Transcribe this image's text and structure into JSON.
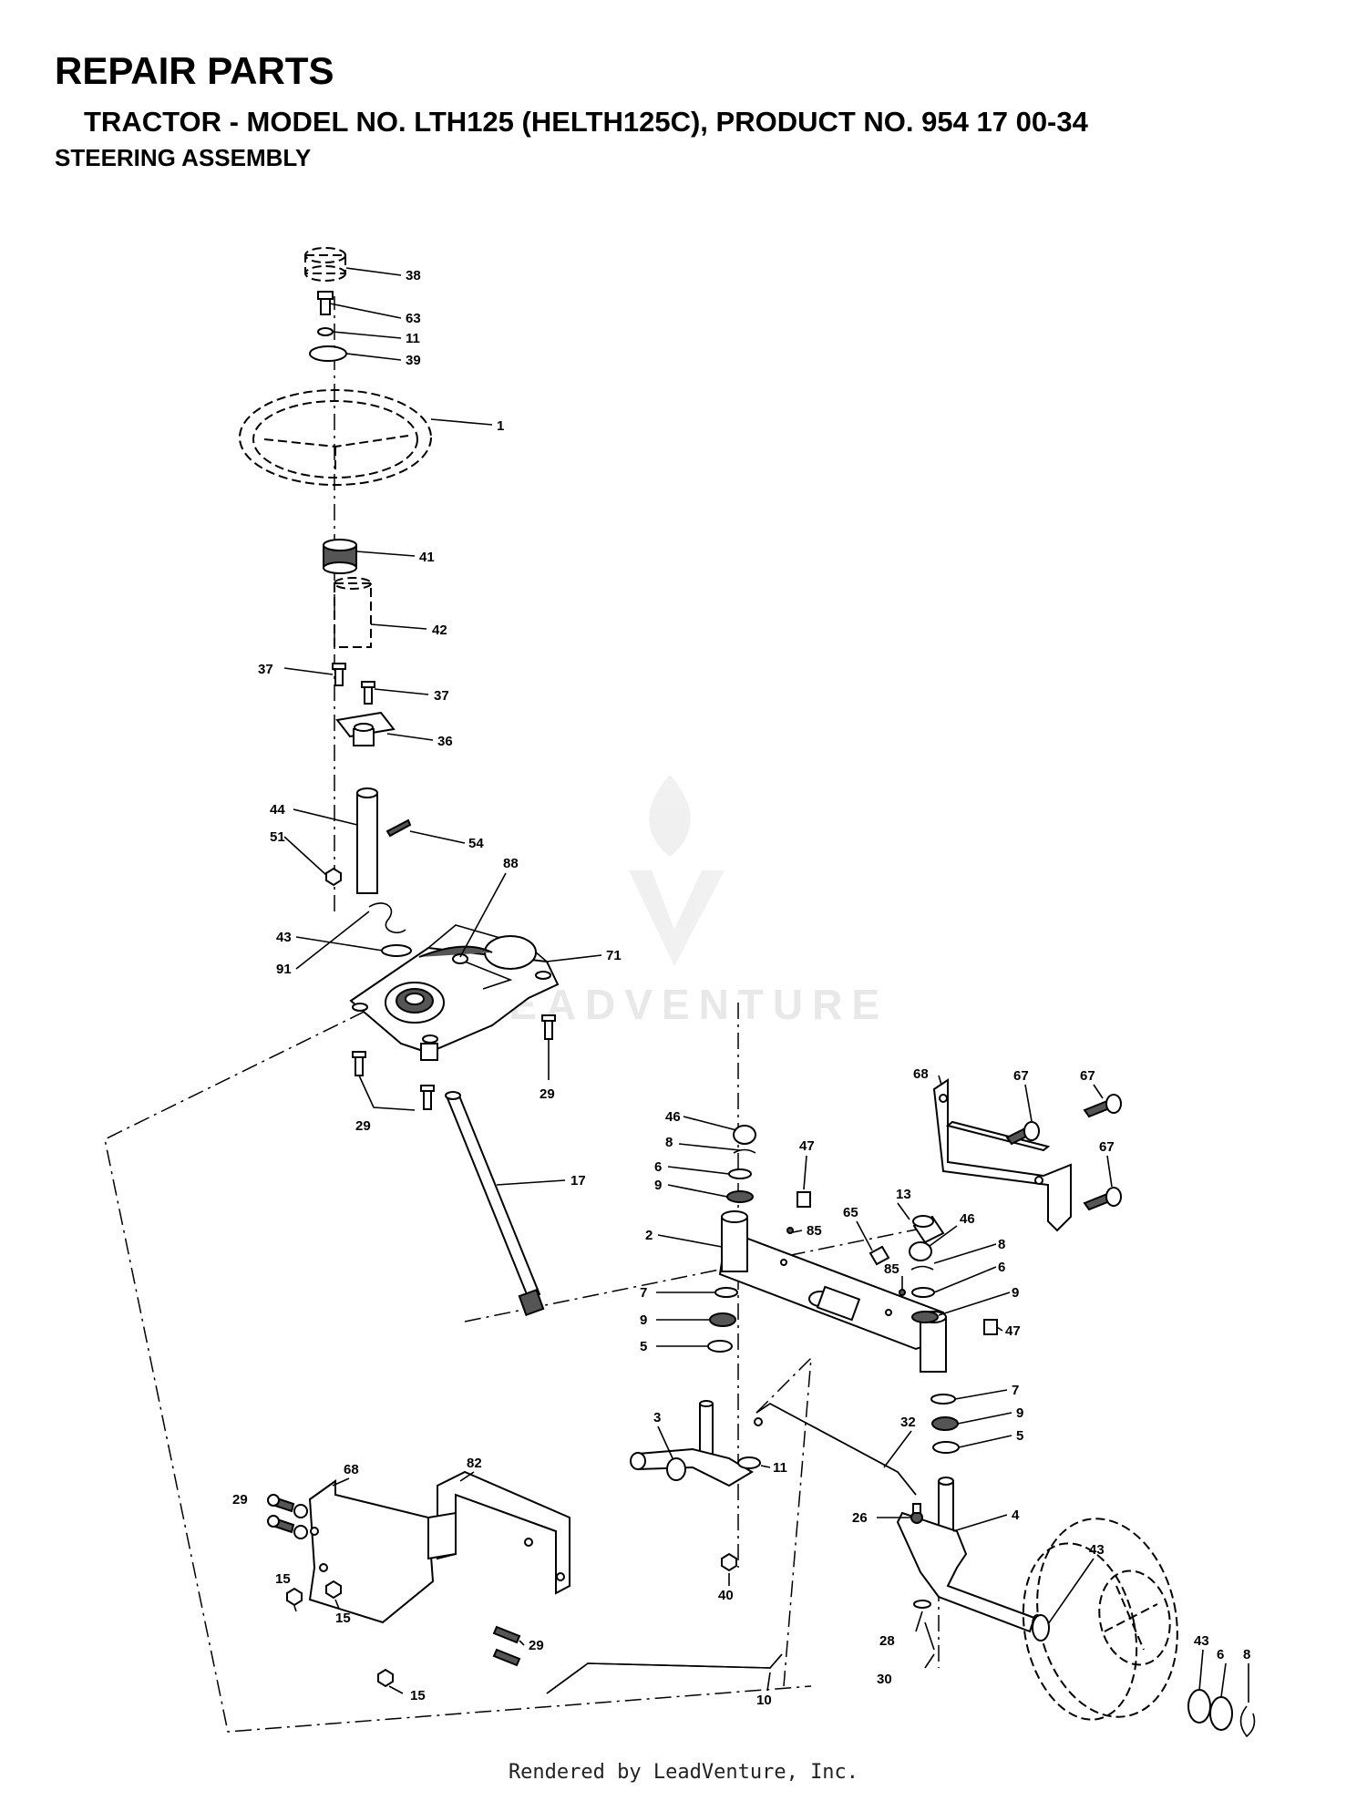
{
  "title": "REPAIR PARTS",
  "subtitle": "TRACTOR - MODEL NO. LTH125 (HELTH125C), PRODUCT NO. 954 17 00-34",
  "section": "STEERING ASSEMBLY",
  "footer": "Rendered by LeadVenture, Inc.",
  "watermark": "LEADVENTURE",
  "callouts": {
    "c38": "38",
    "c63": "63",
    "c11a": "11",
    "c39": "39",
    "c1": "1",
    "c41": "41",
    "c42": "42",
    "c37a": "37",
    "c37b": "37",
    "c36": "36",
    "c44": "44",
    "c54": "54",
    "c51": "51",
    "c91": "91",
    "c88": "88",
    "c43a": "43",
    "c71": "71",
    "c29a": "29",
    "c29b": "29",
    "c17": "17",
    "c68a": "68",
    "c67a": "67",
    "c67b": "67",
    "c67c": "67",
    "c46a": "46",
    "c8a": "8",
    "c47a": "47",
    "c6a": "6",
    "c9a": "9",
    "c13": "13",
    "c65": "65",
    "c85a": "85",
    "c2": "2",
    "c46b": "46",
    "c8b": "8",
    "c85b": "85",
    "c6b": "6",
    "c7a": "7",
    "c9b": "9",
    "c9c": "9",
    "c5a": "5",
    "c47b": "47",
    "c7b": "7",
    "c9d": "9",
    "c5b": "5",
    "c3": "3",
    "c32": "32",
    "c11b": "11",
    "c68b": "68",
    "c82": "82",
    "c29c": "29",
    "c26": "26",
    "c4": "4",
    "c43b": "43",
    "c15a": "15",
    "c15b": "15",
    "c29d": "29",
    "c40": "40",
    "c28": "28",
    "c43c": "43",
    "c6c": "6",
    "c8c": "8",
    "c10": "10",
    "c15c": "15",
    "c30": "30"
  }
}
